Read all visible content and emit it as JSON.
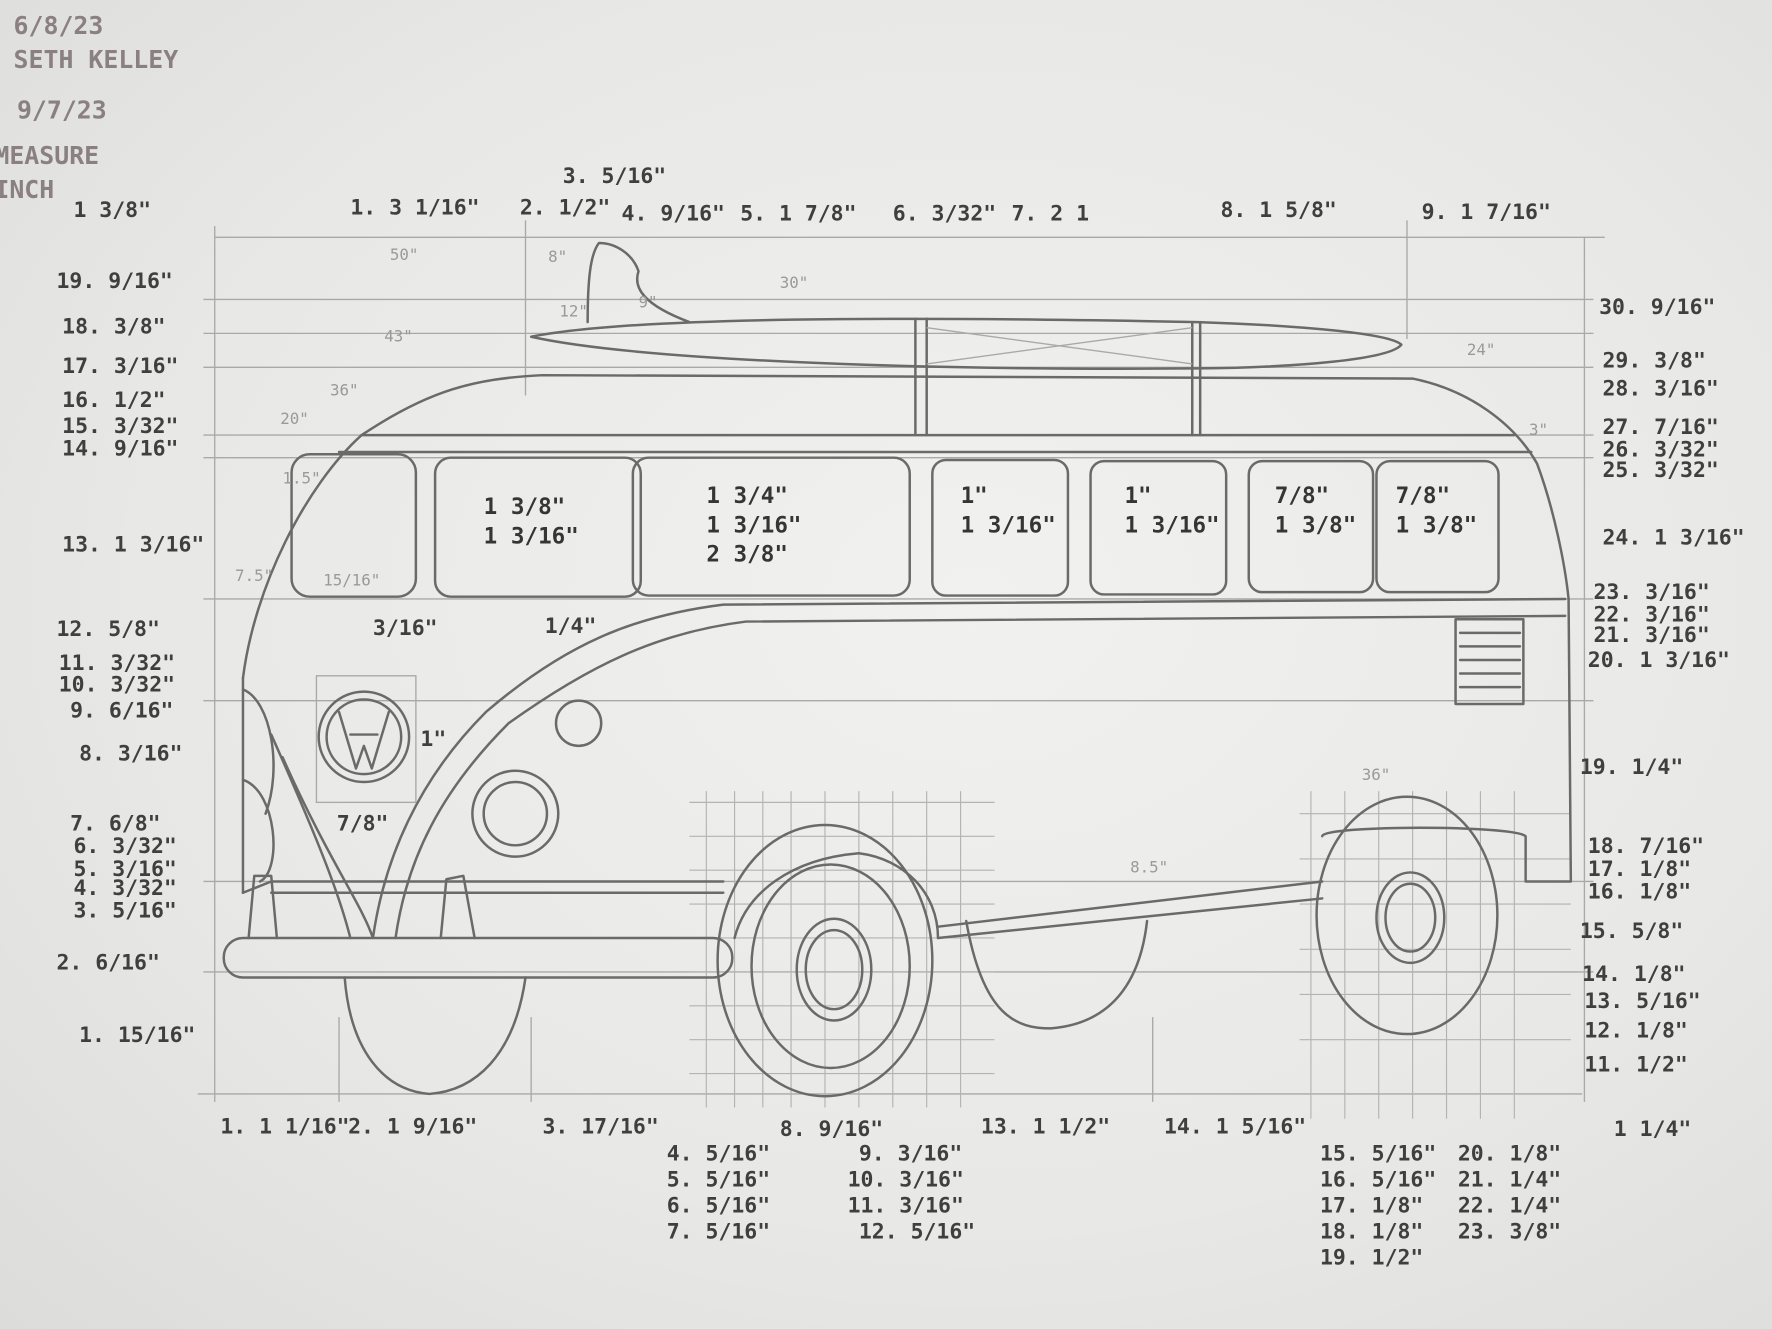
{
  "header": {
    "date1": "6/8/23",
    "author": "SETH KELLEY",
    "date2": "9/7/23",
    "line4": "MEASURE",
    "line5": "INCH",
    "top_left_value": "1 3/8\""
  },
  "top_labels": [
    "3. 5/16\"",
    "1. 3 1/16\"",
    "2. 1/2\"",
    "4. 9/16\"",
    "5. 1 7/8\"",
    "6. 3/32\"",
    "7. 2 1",
    "8. 1 5/8\"",
    "9. 1 7/16\""
  ],
  "left_labels": [
    "19. 9/16\"",
    "18. 3/8\"",
    "17. 3/16\"",
    "16. 1/2\"",
    "15. 3/32\"",
    "14. 9/16\"",
    "13. 1 3/16\"",
    "12. 5/8\"",
    "11. 3/32\"",
    "10. 3/32\"",
    "9. 6/16\"",
    "8. 3/16\"",
    "7. 6/8\"",
    "6. 3/32\"",
    "5. 3/16\"",
    "4. 3/32\"",
    "3. 5/16\"",
    "2. 6/16\"",
    "1. 15/16\""
  ],
  "right_labels": [
    "30. 9/16\"",
    "29. 3/8\"",
    "28. 3/16\"",
    "27. 7/16\"",
    "26. 3/32\"",
    "25. 3/32\"",
    "24. 1 3/16\"",
    "23. 3/16\"",
    "22. 3/16\"",
    "21. 3/16\"",
    "20. 1 3/16\"",
    "19. 1/4\"",
    "18. 7/16\"",
    "17. 1/8\"",
    "16. 1/8\"",
    "15. 5/8\"",
    "14. 1/8\"",
    "13. 5/16\"",
    "12. 1/8\"",
    "11. 1/2\""
  ],
  "bottom_labels": [
    "1. 1 1/16\"",
    "2. 1 9/16\"",
    "3. 17/16\"",
    "4. 5/16\"",
    "5. 5/16\"",
    "6. 5/16\"",
    "7. 5/16\"",
    "8. 9/16\"",
    "9. 3/16\"",
    "10. 3/16\"",
    "11. 3/16\"",
    "12. 5/16\"",
    "13. 1 1/2\"",
    "14. 1 5/16\"",
    "15. 5/16\"",
    "16. 5/16\"",
    "17. 1/8\"",
    "18. 1/8\"",
    "19. 1/2\"",
    "20. 1/8\"",
    "21. 1/4\"",
    "22. 1/4\"",
    "23. 3/8\"",
    "1 1/4\""
  ],
  "windows": [
    [
      "1 3/8\"",
      "1 3/16\""
    ],
    [
      "1 3/4\"",
      "1 3/16\"",
      "2 3/8\""
    ],
    [
      "1\"",
      "1 3/16\""
    ],
    [
      "1\"",
      "1 3/16\""
    ],
    [
      "7/8\"",
      "1 3/8\""
    ],
    [
      "7/8\"",
      "1 3/8\""
    ]
  ],
  "misc_labels": {
    "pillar1": "3/16\"",
    "pillar2": "1/4\"",
    "headlight": "1\"",
    "emblem": "7/8\"",
    "front_window": "15/16\""
  },
  "faint_dims": [
    "50\"",
    "8\"",
    "12\"",
    "9\"",
    "43\"",
    "30\"",
    "24\"",
    "36\"",
    "20\"",
    "1.5\"",
    "7.5\"",
    "8.5\"",
    "36\"",
    "3\""
  ]
}
